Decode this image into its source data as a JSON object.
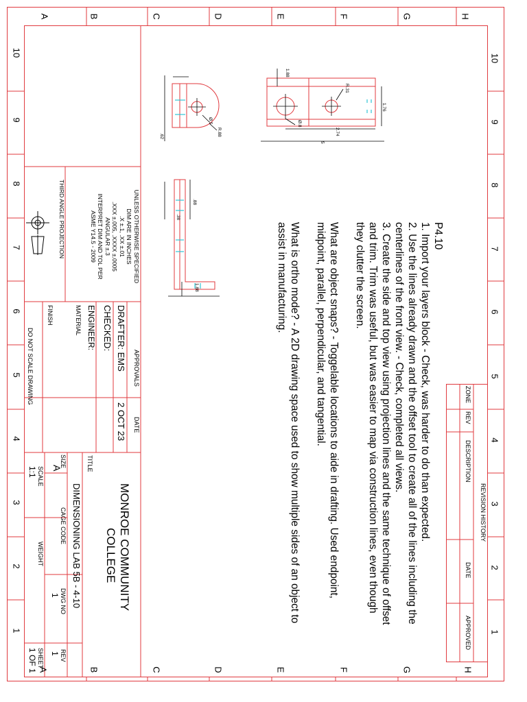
{
  "zones": {
    "columns": [
      "A",
      "B",
      "C",
      "D",
      "E",
      "F",
      "G",
      "H"
    ],
    "rows": [
      "10",
      "9",
      "8",
      "7",
      "6",
      "5",
      "4",
      "3",
      "2",
      "1"
    ]
  },
  "notes": {
    "heading": "P4.10",
    "items": [
      "    1. Import your layers block - Check, was harder to do than expected.",
      "    2. Use the lines already drawn and the offset tool to create all of the lines including the centerlines of the front view.  - Check, completed all views.",
      "    3. Create the side and top view using projection lines and the same technique of offset and trim.  Trim was useful, but was easier to map via construction lines, even though they clutter the screen."
    ],
    "questions": [
      "What are object snaps? - Toggelable locations to aide in drafting. Used endpoint, midpoint, parallel, perpendicular, and tangential.",
      "What is ortho mode? - A 2D drawing space used to show multiple sides of an object to assist in manufacturing."
    ]
  },
  "revision_block": {
    "title": "REVISION HISTORY",
    "columns": [
      "ZONE",
      "REV",
      "DESCRIPTION",
      "DATE",
      "APPROVED"
    ]
  },
  "tolerance_block": {
    "lines": [
      "UNLESS OTHERWISE SPECIFIED",
      "DIM ARE IN INCHES",
      ".X ±.1, .XX ±.01",
      ".XXX ±.005, .XXXX ±.0005",
      "ANGULAR ±.3",
      "INTERPRET DIM AND TOL PER",
      "ASME Y14.5 - 2009"
    ],
    "projection": "THIRD ANGLE PROJECTION"
  },
  "title_block": {
    "approvals": "APPROVALS",
    "date_header": "DATE",
    "drafter": "DRAFTER: EMS",
    "drafter_date": "2 OCT 23",
    "checked": "CHECKED:",
    "engineer": "ENGINEER:",
    "material": "MATERIAL",
    "finish": "FINISH",
    "do_not_scale": "DO NOT SCALE DRAWING",
    "company_line1": "MONROE COMMUNITY",
    "company_line2": "COLLEGE",
    "title_label": "TITLE",
    "title": "DIMENSIONING LAB 5B - 4-10",
    "size_label": "SIZE",
    "size": "A",
    "cage_code_label": "CAGE CODE",
    "dwg_no_label": "DWG NO",
    "dwg_no": "1",
    "rev_label": "REV",
    "rev": "1",
    "scale_label": "SCALE",
    "scale": "1:1",
    "weight_label": "WEIGHT",
    "sheet_label": "SHEET",
    "sheet": "1 OF 1"
  },
  "dimensions": {
    "top_view": [
      "1.88",
      "R.31",
      "1.76",
      "Ø.8",
      "2.74",
      "5"
    ],
    "front_view": [
      "Ø.5",
      "R.88",
      ".62"
    ],
    "side_view": [
      ".88",
      ".38",
      "1.88"
    ]
  },
  "colors": {
    "border": "#e0393e",
    "centerline": "#2ec4d4",
    "text": "#000000"
  }
}
